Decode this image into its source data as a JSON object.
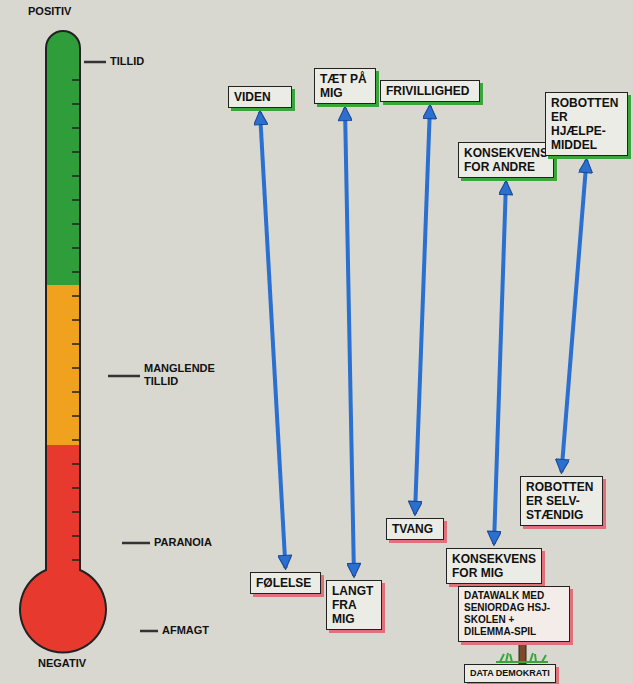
{
  "diagram": {
    "nodes": [
      {
        "text": [
          "VIDEN"
        ]
      },
      {
        "text": [
          "TÆT PÅ MIG"
        ]
      },
      {
        "text": [
          "FRIVILLIGHED"
        ]
      },
      {
        "text": [
          "KONSEKVENS FOR ANDRE"
        ]
      },
      {
        "text": [
          "ROBOTTEN ER HJÆLPE-MIDDEL"
        ]
      },
      {
        "text": [
          "FØLELSE"
        ]
      },
      {
        "text": [
          "LANGT FRA MIG"
        ]
      },
      {
        "text": [
          "TVANG"
        ]
      },
      {
        "text": [
          "KONSEKVENS FOR MIG"
        ]
      },
      {
        "text": [
          "ROBOTTEN ER SELV-STÆNDIG"
        ]
      },
      {
        "text": [
          "DATAWALK MED SENIORDAG HSJ-SKOLEN + DILEMMA-SPIL"
        ]
      },
      {
        "text": [
          "DATA DEMOKRATI"
        ]
      }
    ],
    "edges": [
      {
        "from": 0,
        "to": 5,
        "arrow": "both"
      },
      {
        "from": 1,
        "to": 6,
        "arrow": "both"
      },
      {
        "from": 2,
        "to": 7,
        "arrow": "both"
      },
      {
        "from": 3,
        "to": 8,
        "arrow": "both"
      },
      {
        "from": 4,
        "to": 9,
        "arrow": "both"
      }
    ],
    "labels": [
      "POSITIV",
      "TILLID",
      "MANGLENDE TILLID",
      "PARANOIA",
      "AFMAGT",
      "NEGATIV"
    ]
  }
}
